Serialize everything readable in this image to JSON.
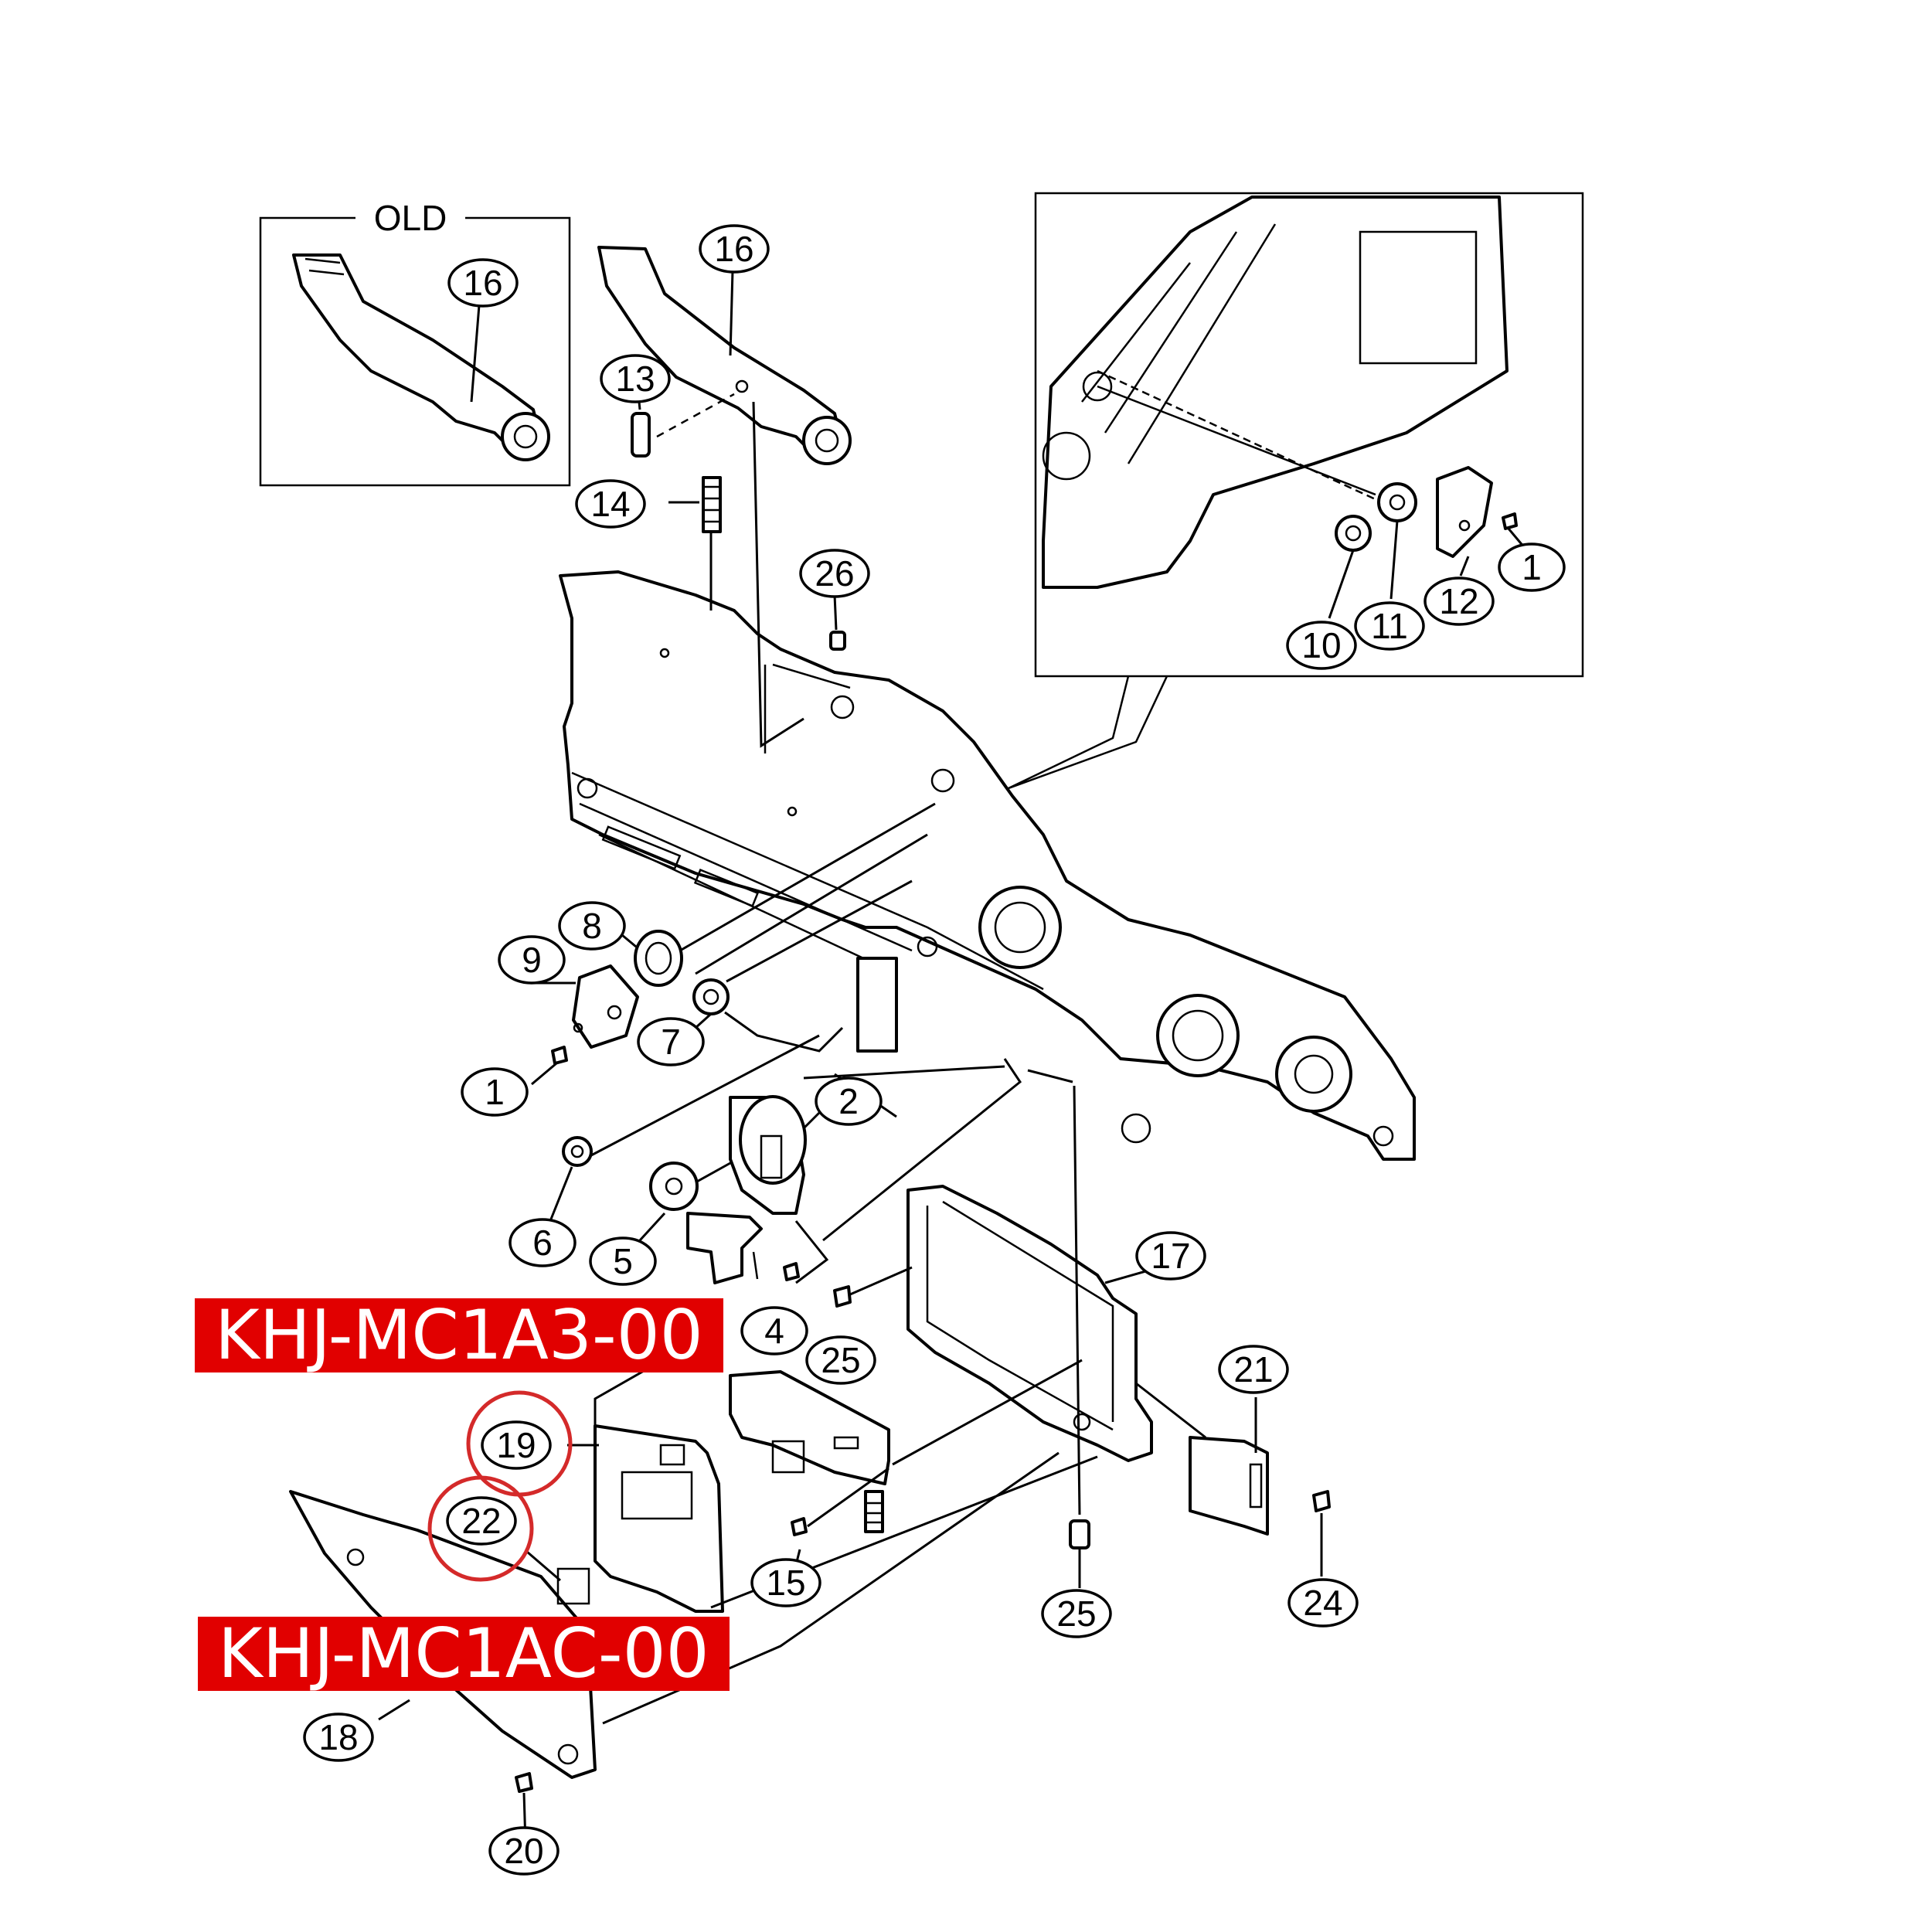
{
  "diagram": {
    "old_label": "OLD",
    "callouts": [
      {
        "id": "c16-old",
        "text": "16"
      },
      {
        "id": "c16",
        "text": "16"
      },
      {
        "id": "c13",
        "text": "13"
      },
      {
        "id": "c14",
        "text": "14"
      },
      {
        "id": "c26",
        "text": "26"
      },
      {
        "id": "c1-top",
        "text": "1"
      },
      {
        "id": "c10",
        "text": "10"
      },
      {
        "id": "c11",
        "text": "11"
      },
      {
        "id": "c12",
        "text": "12"
      },
      {
        "id": "c8",
        "text": "8"
      },
      {
        "id": "c9",
        "text": "9"
      },
      {
        "id": "c7",
        "text": "7"
      },
      {
        "id": "c1-left",
        "text": "1"
      },
      {
        "id": "c2",
        "text": "2"
      },
      {
        "id": "c6",
        "text": "6"
      },
      {
        "id": "c5",
        "text": "5"
      },
      {
        "id": "c4",
        "text": "4"
      },
      {
        "id": "c25-left",
        "text": "25"
      },
      {
        "id": "c17",
        "text": "17"
      },
      {
        "id": "c21",
        "text": "21"
      },
      {
        "id": "c19",
        "text": "19"
      },
      {
        "id": "c22",
        "text": "22"
      },
      {
        "id": "c15",
        "text": "15"
      },
      {
        "id": "c25-bottom",
        "text": "25"
      },
      {
        "id": "c24",
        "text": "24"
      },
      {
        "id": "c18",
        "text": "18"
      },
      {
        "id": "c20",
        "text": "20"
      }
    ],
    "highlighted": [
      "19",
      "22"
    ]
  },
  "banners": {
    "upper": "KHJ-MC1A3-00",
    "lower": "KHJ-MC1AC-00"
  },
  "colors": {
    "banner_bg": "#e10000",
    "banner_text": "#ffffff",
    "highlight_circle": "#d42a2a"
  }
}
